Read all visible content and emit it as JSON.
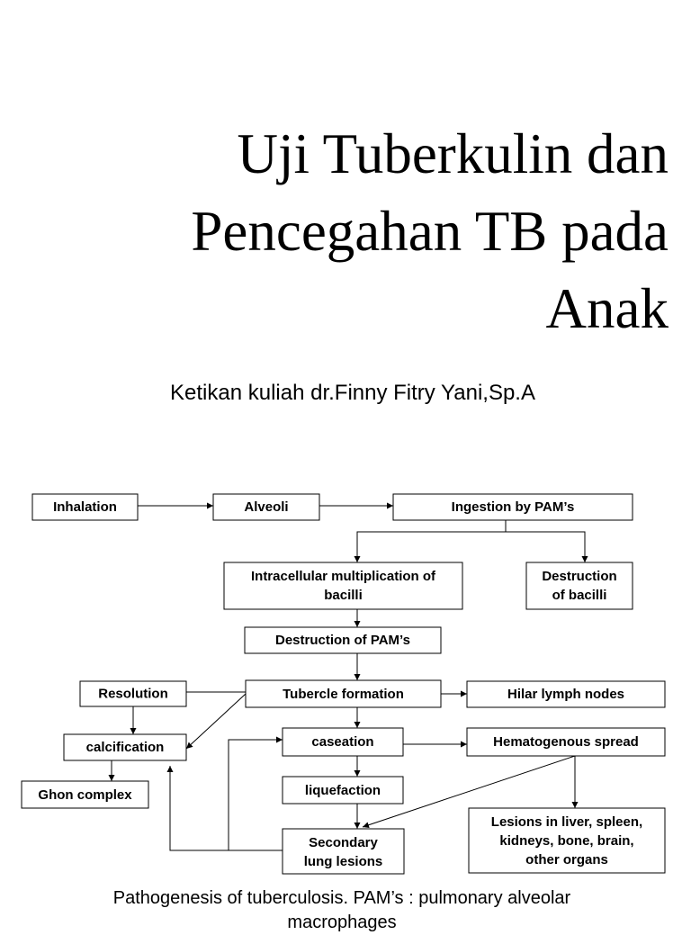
{
  "slide": {
    "title_lines": [
      "Uji Tuberkulin dan",
      "Pencegahan TB pada",
      "Anak"
    ],
    "subtitle": "Ketikan kuliah dr.Finny Fitry Yani,Sp.A",
    "caption_lines": [
      "Pathogenesis of tuberculosis. PAM’s : pulmonary alveolar",
      "macrophages"
    ]
  },
  "flowchart": {
    "nodes": {
      "inhalation": {
        "lines": [
          "Inhalation"
        ]
      },
      "alveoli": {
        "lines": [
          "Alveoli"
        ]
      },
      "ingestion": {
        "lines": [
          "Ingestion by PAM’s"
        ]
      },
      "intracellular": {
        "lines": [
          "Intracellular multiplication of",
          "bacilli"
        ]
      },
      "destruction_bacilli": {
        "lines": [
          "Destruction",
          "of bacilli"
        ]
      },
      "destruction_pams": {
        "lines": [
          "Destruction of PAM’s"
        ]
      },
      "resolution": {
        "lines": [
          "Resolution"
        ]
      },
      "tubercle": {
        "lines": [
          "Tubercle formation"
        ]
      },
      "hilar": {
        "lines": [
          "Hilar lymph nodes"
        ]
      },
      "calcification": {
        "lines": [
          "calcification"
        ]
      },
      "caseation": {
        "lines": [
          "caseation"
        ]
      },
      "hematogenous": {
        "lines": [
          "Hematogenous spread"
        ]
      },
      "ghon": {
        "lines": [
          "Ghon complex"
        ]
      },
      "liquefaction": {
        "lines": [
          "liquefaction"
        ]
      },
      "lesions_organs": {
        "lines": [
          "Lesions in liver, spleen,",
          "kidneys, bone, brain,",
          "other organs"
        ]
      },
      "secondary": {
        "lines": [
          "Secondary",
          "lung lesions"
        ]
      }
    },
    "edges": [
      [
        "inhalation",
        "alveoli"
      ],
      [
        "alveoli",
        "ingestion"
      ],
      [
        "ingestion",
        "intracellular"
      ],
      [
        "ingestion",
        "destruction_bacilli"
      ],
      [
        "intracellular",
        "destruction_pams"
      ],
      [
        "destruction_pams",
        "tubercle"
      ],
      [
        "tubercle",
        "resolution"
      ],
      [
        "tubercle",
        "hilar"
      ],
      [
        "tubercle",
        "calcification"
      ],
      [
        "resolution",
        "calcification"
      ],
      [
        "calcification",
        "ghon"
      ],
      [
        "tubercle",
        "caseation"
      ],
      [
        "caseation",
        "hematogenous"
      ],
      [
        "caseation",
        "liquefaction"
      ],
      [
        "liquefaction",
        "secondary"
      ],
      [
        "hematogenous",
        "secondary"
      ],
      [
        "hematogenous",
        "lesions_organs"
      ],
      [
        "secondary",
        "calcification"
      ],
      [
        "secondary",
        "caseation"
      ]
    ]
  }
}
